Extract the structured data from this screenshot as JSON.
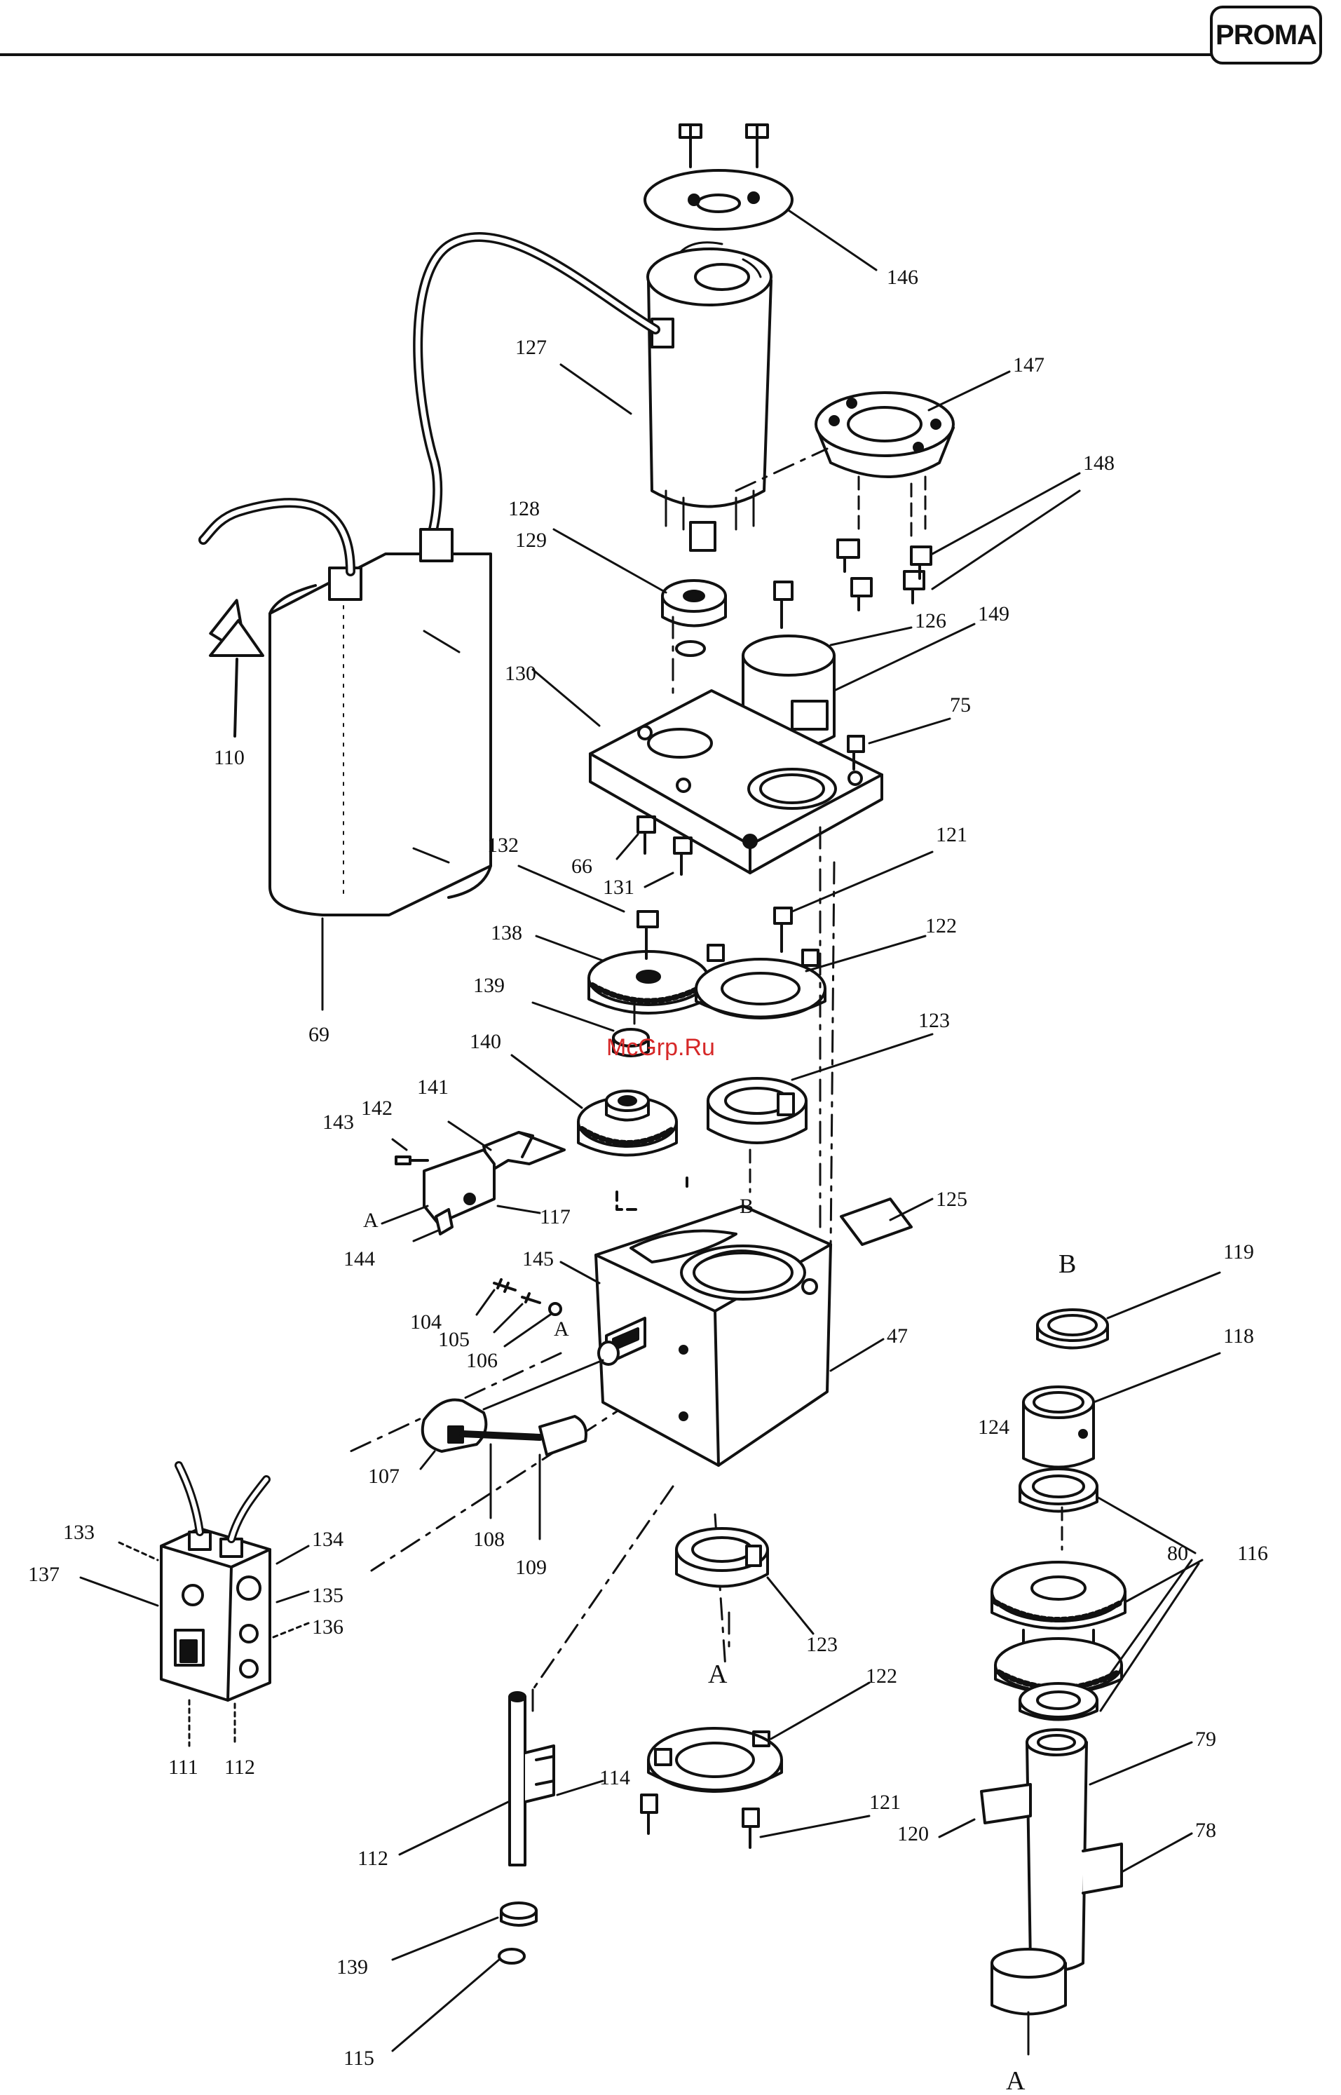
{
  "header": {
    "logo_text": "PROMA"
  },
  "watermark": "McGrp.Ru",
  "part_numbers": {
    "p146": "146",
    "p147": "147",
    "p148": "148",
    "p127": "127",
    "p128": "128",
    "p129": "129",
    "p126": "126",
    "p149": "149",
    "p130": "130",
    "p75": "75",
    "p110": "110",
    "p66": "66",
    "p131": "131",
    "p132": "132",
    "p121a": "121",
    "p122a": "122",
    "p138a": "138",
    "p139a": "139",
    "p69": "69",
    "p123a": "123",
    "p140": "140",
    "p141": "141",
    "p142": "142",
    "p143": "143",
    "p117": "117",
    "p144": "144",
    "p125": "125",
    "p145": "145",
    "p104": "104",
    "p105": "105",
    "p106": "106",
    "p47": "47",
    "p119": "119",
    "p118": "118",
    "p124": "124",
    "p107": "107",
    "p108": "108",
    "p109": "109",
    "p116": "116",
    "p80": "80",
    "p133": "133",
    "p134": "134",
    "p137": "137",
    "p135": "135",
    "p136": "136",
    "p123b": "123",
    "p122b": "122",
    "p111": "111",
    "p112a": "112",
    "p114": "114",
    "p113": "112",
    "p121b": "121",
    "p79": "79",
    "p120": "120",
    "p78": "78",
    "p138b": "139",
    "p115": "115"
  },
  "section_markers": {
    "a1": "A",
    "b1": "B",
    "a2": "A",
    "b2": "B",
    "a3": "A",
    "a4": "A"
  }
}
